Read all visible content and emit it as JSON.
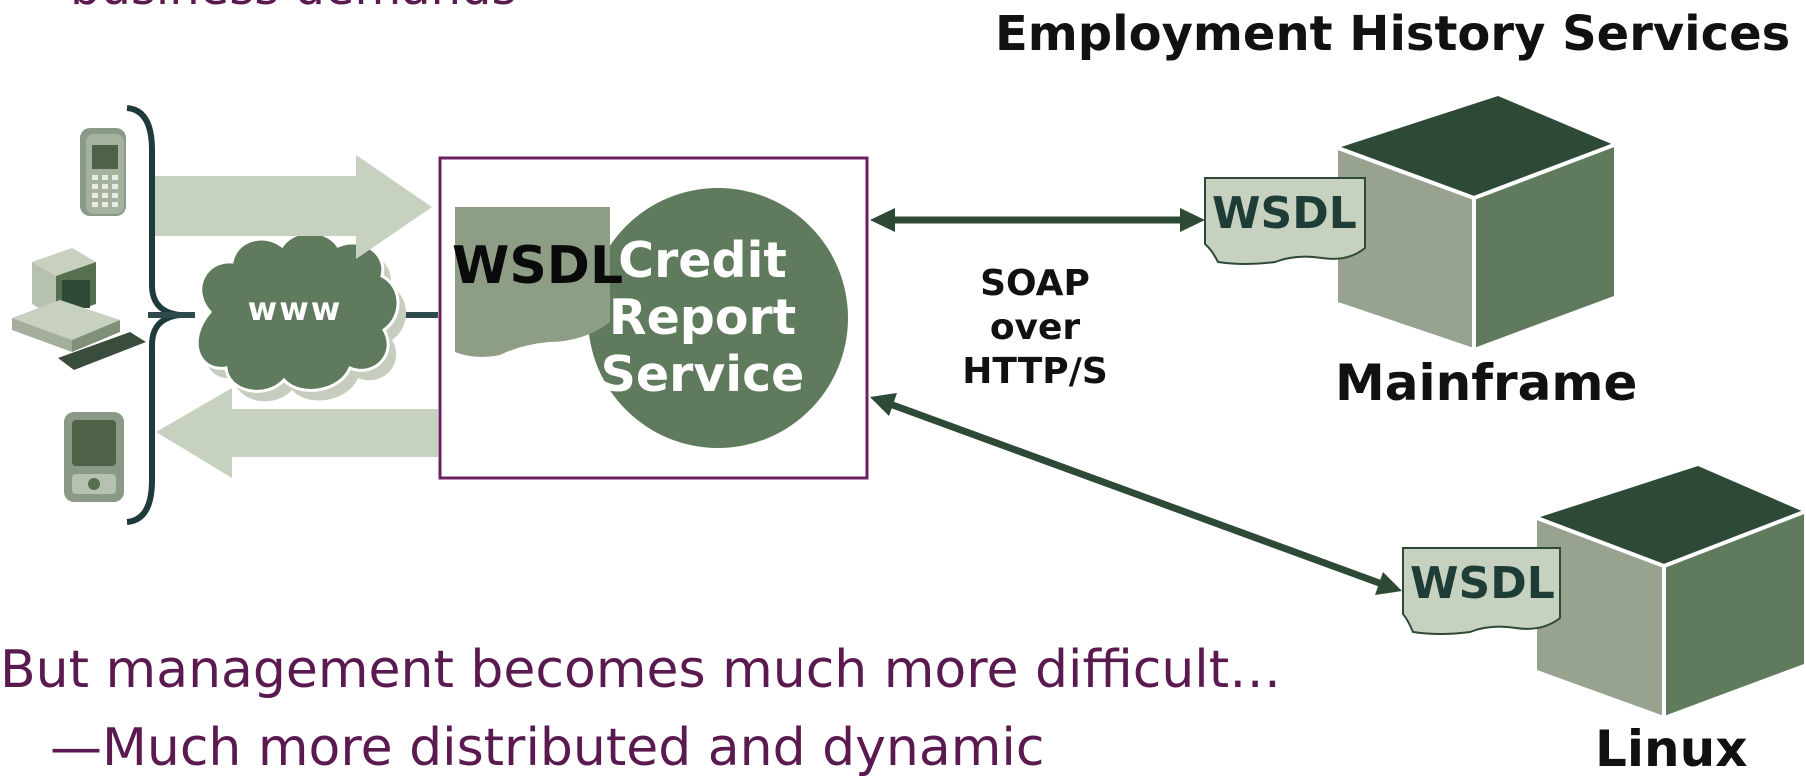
{
  "diagram": {
    "cut_text": "business demands",
    "services_title": "Employment History Services",
    "mainframe_label": "Mainframe",
    "linux_label": "Linux",
    "protocol_lines": [
      "SOAP",
      "over",
      "HTTP/S"
    ],
    "cloud_label": "www",
    "wsdl_label": "WSDL",
    "service_lines": [
      "Credit",
      "Report",
      "Service"
    ]
  },
  "bullets": {
    "main": "But management becomes much more difficult…",
    "sub": "—Much more distributed and dynamic"
  },
  "colors": {
    "dark_green": "#2e4a36",
    "mid_green": "#5f7a5c",
    "light_green": "#c7d1bf",
    "plum": "#5b1a4f",
    "frame": "#6b2060"
  }
}
